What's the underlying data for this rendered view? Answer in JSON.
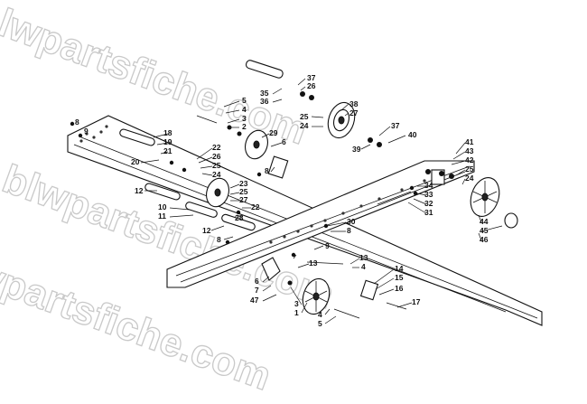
{
  "watermark": {
    "line1": "blwpartsfiche.com",
    "line2": "blwpartsfiche.com",
    "line3": "blwpartsfiche.com"
  },
  "callouts": [
    {
      "id": "37a",
      "text": "37"
    },
    {
      "id": "26a",
      "text": "26"
    },
    {
      "id": "35",
      "text": "35"
    },
    {
      "id": "36",
      "text": "36"
    },
    {
      "id": "5a",
      "text": "5"
    },
    {
      "id": "4a",
      "text": "4"
    },
    {
      "id": "3a",
      "text": "3"
    },
    {
      "id": "2",
      "text": "2"
    },
    {
      "id": "38",
      "text": "38"
    },
    {
      "id": "27a",
      "text": "27"
    },
    {
      "id": "25a",
      "text": "25"
    },
    {
      "id": "24a",
      "text": "24"
    },
    {
      "id": "37b",
      "text": "37"
    },
    {
      "id": "40",
      "text": "40"
    },
    {
      "id": "39",
      "text": "39"
    },
    {
      "id": "8a",
      "text": "8"
    },
    {
      "id": "9a",
      "text": "9"
    },
    {
      "id": "18",
      "text": "18"
    },
    {
      "id": "19",
      "text": "19"
    },
    {
      "id": "21",
      "text": "21"
    },
    {
      "id": "20",
      "text": "20"
    },
    {
      "id": "22a",
      "text": "22"
    },
    {
      "id": "26b",
      "text": "26"
    },
    {
      "id": "25b",
      "text": "25"
    },
    {
      "id": "24b",
      "text": "24"
    },
    {
      "id": "29",
      "text": "29"
    },
    {
      "id": "6a",
      "text": "6"
    },
    {
      "id": "8b",
      "text": "8"
    },
    {
      "id": "41",
      "text": "41"
    },
    {
      "id": "43",
      "text": "43"
    },
    {
      "id": "42",
      "text": "42"
    },
    {
      "id": "25c",
      "text": "25"
    },
    {
      "id": "24c",
      "text": "24"
    },
    {
      "id": "12a",
      "text": "12"
    },
    {
      "id": "23",
      "text": "23"
    },
    {
      "id": "25d",
      "text": "25"
    },
    {
      "id": "27b",
      "text": "27"
    },
    {
      "id": "22b",
      "text": "22"
    },
    {
      "id": "34",
      "text": "34"
    },
    {
      "id": "33",
      "text": "33"
    },
    {
      "id": "32",
      "text": "32"
    },
    {
      "id": "31",
      "text": "31"
    },
    {
      "id": "10",
      "text": "10"
    },
    {
      "id": "11",
      "text": "11"
    },
    {
      "id": "28",
      "text": "28"
    },
    {
      "id": "44",
      "text": "44"
    },
    {
      "id": "45",
      "text": "45"
    },
    {
      "id": "46",
      "text": "46"
    },
    {
      "id": "12b",
      "text": "12"
    },
    {
      "id": "8c",
      "text": "8"
    },
    {
      "id": "30",
      "text": "30"
    },
    {
      "id": "8d",
      "text": "8"
    },
    {
      "id": "9b",
      "text": "9"
    },
    {
      "id": "13a",
      "text": "13"
    },
    {
      "id": "13b",
      "text": "13"
    },
    {
      "id": "4b",
      "text": "4"
    },
    {
      "id": "6b",
      "text": "6"
    },
    {
      "id": "7",
      "text": "7"
    },
    {
      "id": "47",
      "text": "47"
    },
    {
      "id": "3b",
      "text": "3"
    },
    {
      "id": "1",
      "text": "1"
    },
    {
      "id": "14",
      "text": "14"
    },
    {
      "id": "15",
      "text": "15"
    },
    {
      "id": "16",
      "text": "16"
    },
    {
      "id": "17",
      "text": "17"
    },
    {
      "id": "4c",
      "text": "4"
    },
    {
      "id": "5b",
      "text": "5"
    }
  ]
}
